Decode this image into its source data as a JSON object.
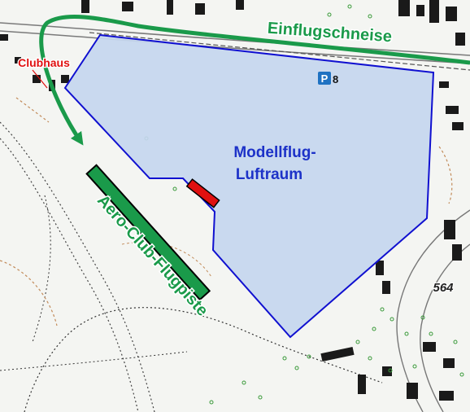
{
  "map": {
    "background_color": "#f4f5f2",
    "labels": {
      "approach": "Einflugschneise",
      "clubhouse": "Clubhaus",
      "airspace_line1": "Modellflug-",
      "airspace_line2": "Luftraum",
      "runway": "Aero-Club-Flugpiste",
      "elevation": "564",
      "parking_number": "8",
      "parking_letter": "P"
    },
    "colors": {
      "approach_arrow": "#1a9a4a",
      "clubhouse_label": "#e01010",
      "airspace_fill": "#c5d6ef",
      "airspace_border": "#1010d0",
      "airspace_label": "#1d32c8",
      "runway_fill": "#1a9a4a",
      "runway_label": "#1a9a4a",
      "pad_fill": "#e01010",
      "parking_sign": "#1f72c2"
    },
    "icons": [
      "parking-icon",
      "approach-arrow-icon",
      "clubhouse-pointer-icon"
    ]
  }
}
